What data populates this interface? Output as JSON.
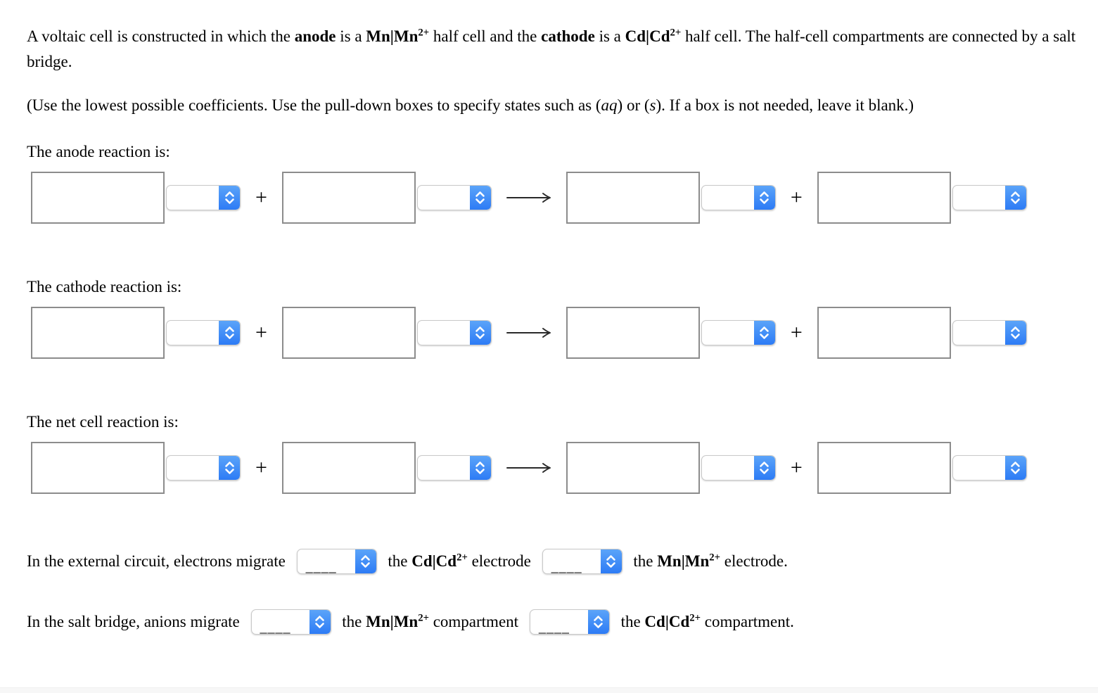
{
  "intro": {
    "para1": [
      {
        "t": "A voltaic cell is constructed in which the "
      },
      {
        "t": "anode",
        "b": 1
      },
      {
        "t": " is a "
      },
      {
        "t": "Mn|Mn",
        "b": 1
      },
      {
        "t": "2+",
        "b": 1,
        "sup": 1
      },
      {
        "t": " half cell and the "
      },
      {
        "t": "cathode",
        "b": 1
      },
      {
        "t": " is a "
      },
      {
        "t": "Cd|Cd",
        "b": 1
      },
      {
        "t": "2+",
        "b": 1,
        "sup": 1
      },
      {
        "t": " half cell. The half-cell compartments are connected by a salt bridge."
      }
    ],
    "para2": [
      {
        "t": "(Use the lowest possible coefficients. Use the pull-down boxes to specify states such as ("
      },
      {
        "t": "aq",
        "i": 1
      },
      {
        "t": ") or ("
      },
      {
        "t": "s",
        "i": 1
      },
      {
        "t": "). If a box is not needed, leave it blank.)"
      }
    ]
  },
  "sections": {
    "anode": {
      "label": "The anode reaction is:"
    },
    "cathode": {
      "label": "The cathode reaction is:"
    },
    "net": {
      "label": "The net cell reaction is:"
    }
  },
  "reaction_row": {
    "formula_values": [
      "",
      "",
      "",
      ""
    ],
    "state_values": [
      "",
      "",
      "",
      ""
    ]
  },
  "symbols": {
    "plus": "+"
  },
  "migration": {
    "external": {
      "part1": "In the external circuit, electrons migrate",
      "dropdown1_value": "____",
      "part2": [
        {
          "t": "the "
        },
        {
          "t": "Cd|Cd",
          "b": 1
        },
        {
          "t": "2+",
          "b": 1,
          "sup": 1
        },
        {
          "t": " electrode"
        }
      ],
      "dropdown2_value": "____",
      "part3": [
        {
          "t": "the "
        },
        {
          "t": "Mn|Mn",
          "b": 1
        },
        {
          "t": "2+",
          "b": 1,
          "sup": 1
        },
        {
          "t": " electrode."
        }
      ]
    },
    "salt_bridge": {
      "part1": "In the salt bridge, anions migrate",
      "dropdown1_value": "____",
      "part2": [
        {
          "t": "the "
        },
        {
          "t": "Mn|Mn",
          "b": 1
        },
        {
          "t": "2+",
          "b": 1,
          "sup": 1
        },
        {
          "t": " compartment"
        }
      ],
      "dropdown2_value": "____",
      "part3": [
        {
          "t": "the "
        },
        {
          "t": "Cd|Cd",
          "b": 1
        },
        {
          "t": "2+",
          "b": 1,
          "sup": 1
        },
        {
          "t": " compartment."
        }
      ]
    }
  },
  "colors": {
    "stepper_blue_top": "#5ba4f9",
    "stepper_blue_bottom": "#2d7bf5",
    "box_border": "#8c8c8c",
    "select_border": "#c9c9c9",
    "footer_strip": "#f7f7f7"
  }
}
